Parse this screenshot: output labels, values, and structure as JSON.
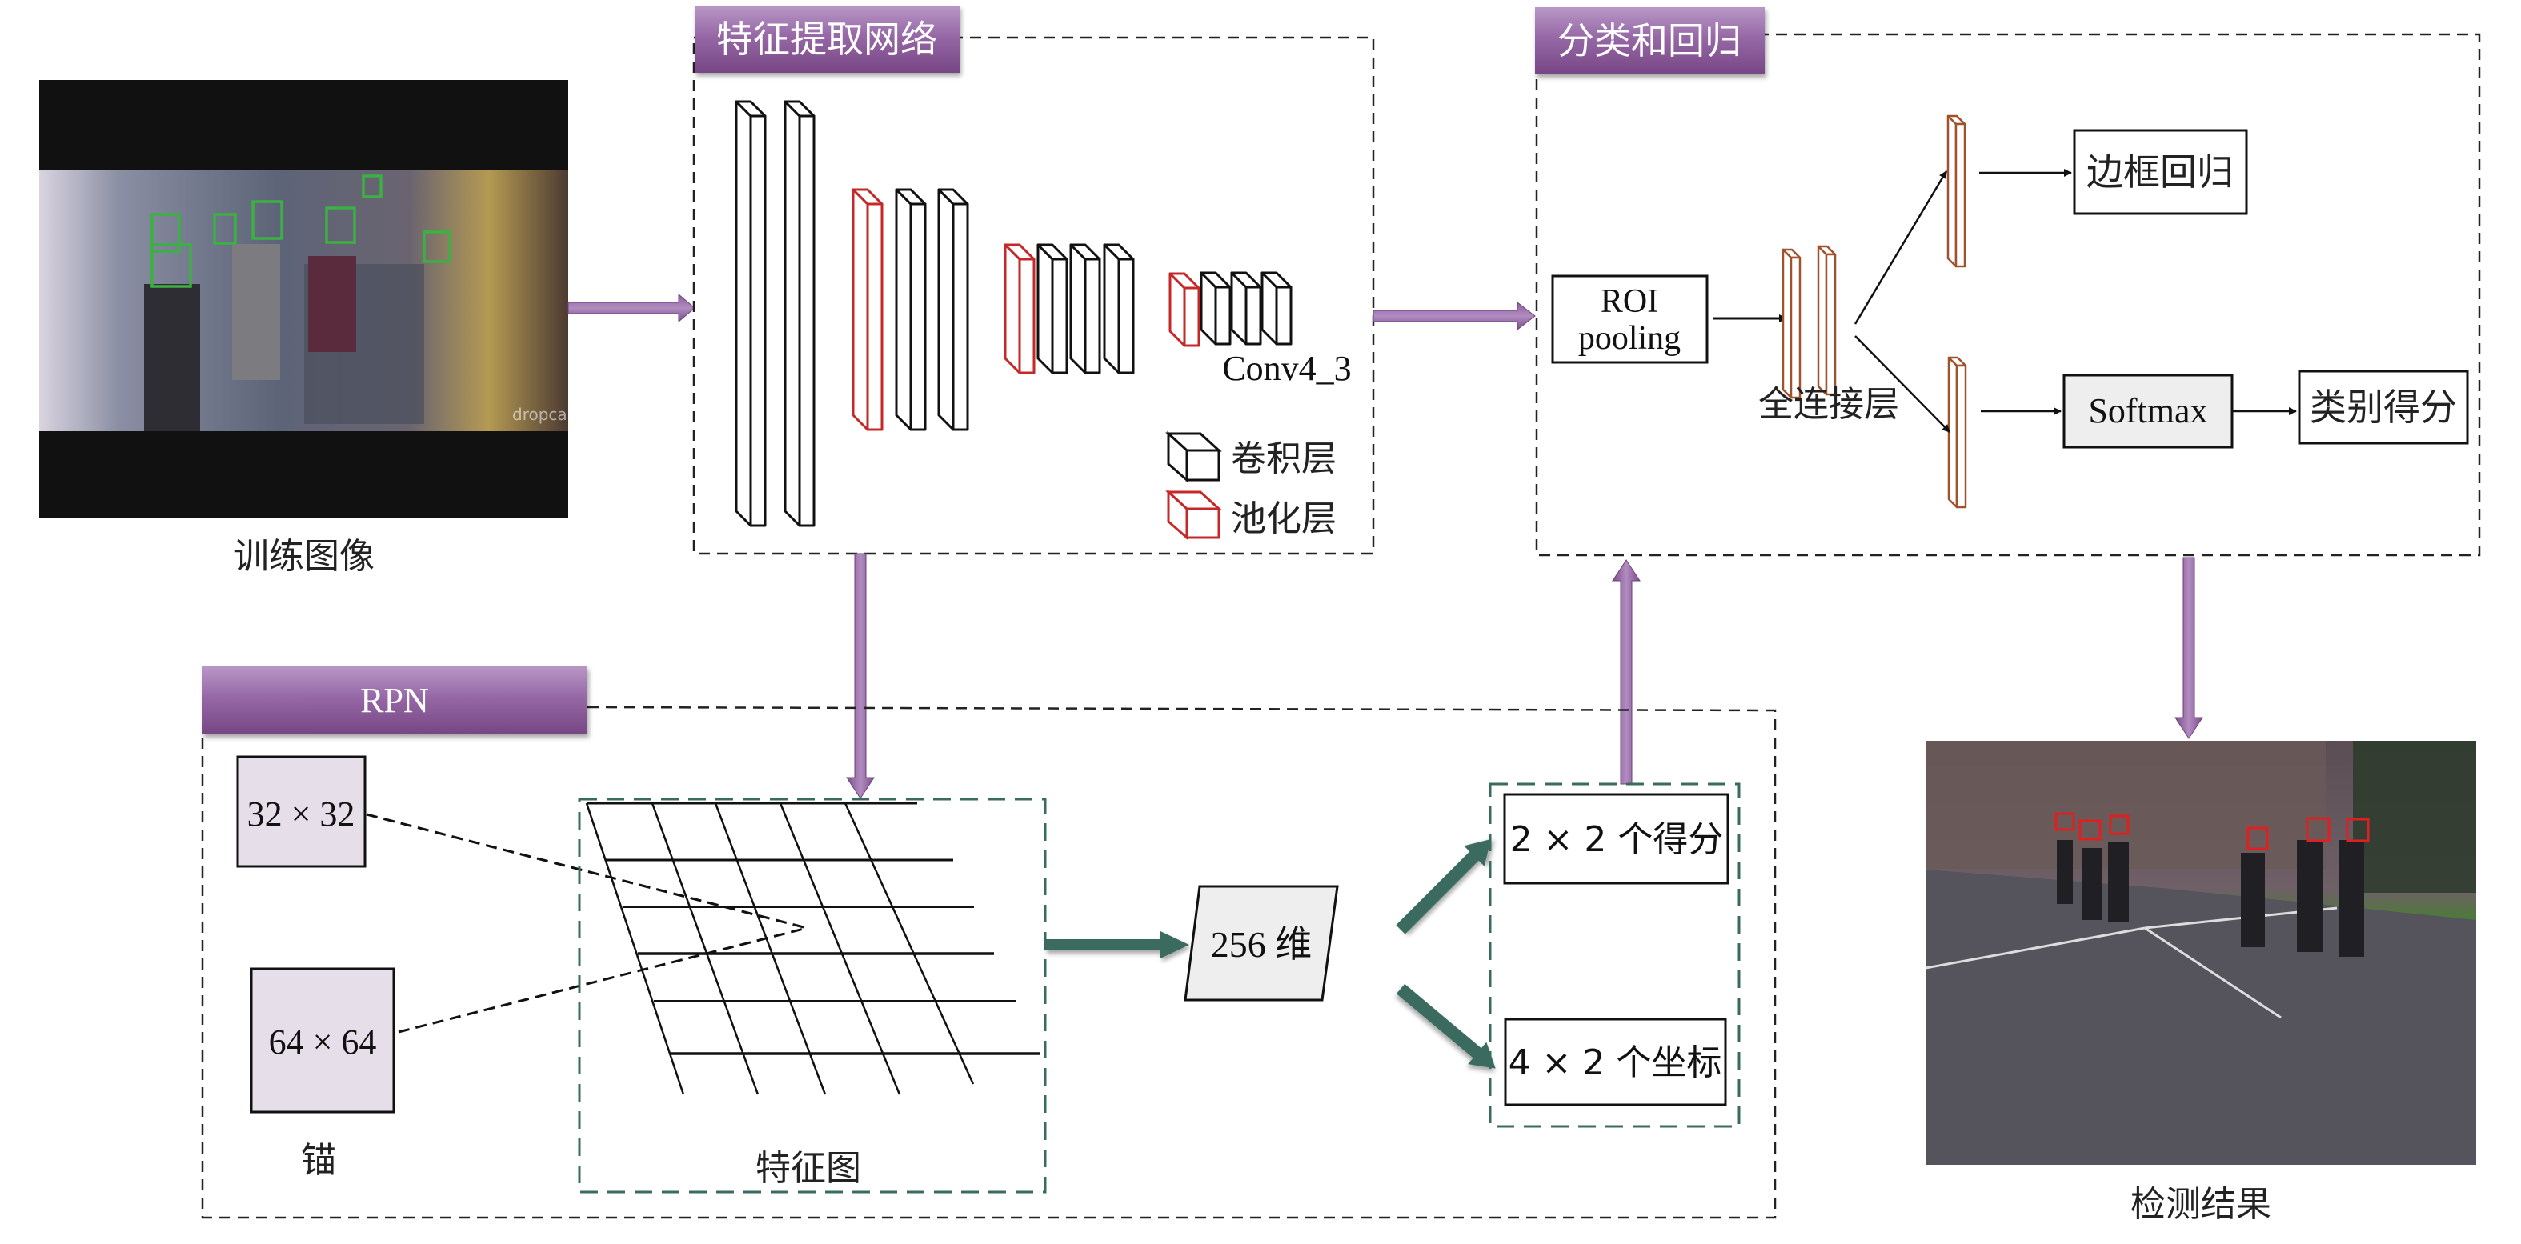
{
  "colors": {
    "purple_light": "#b491c2",
    "purple_dark": "#7a4a86",
    "arrow_green": "#3a6b5f",
    "pool_red": "#c62828",
    "fc_brown": "#a0522d",
    "anchor_fill": "#e6dfea",
    "gray_fill": "#eeeeee",
    "conv_black": "#111111",
    "train_box_green": "#3cb043",
    "detect_box_red": "#e02020"
  },
  "training_image": {
    "caption": "训练图像",
    "watermark": "dropcam"
  },
  "feature_extraction": {
    "title": "特征提取网络",
    "layer_label": "Conv4_3",
    "legend": [
      {
        "kind": "conv",
        "label": "卷积层"
      },
      {
        "kind": "pool",
        "label": "池化层"
      }
    ],
    "layers": [
      "conv",
      "conv",
      "pool",
      "conv",
      "conv",
      "pool",
      "conv",
      "conv",
      "conv",
      "pool",
      "conv",
      "conv",
      "conv"
    ]
  },
  "classification": {
    "title": "分类和回归",
    "roi_line1": "ROI",
    "roi_line2": "pooling",
    "fc_label": "全连接层",
    "bbox_reg": "边框回归",
    "softmax": "Softmax",
    "class_score": "类别得分"
  },
  "rpn": {
    "title": "RPN",
    "anchor_small": "32 × 32",
    "anchor_large": "64 × 64",
    "anchor_label": "锚",
    "feature_map_label": "特征图",
    "dim_label": "256 维",
    "scores": "2 × 2 个得分",
    "coords": "4 × 2 个坐标"
  },
  "detection_result": {
    "caption": "检测结果"
  }
}
